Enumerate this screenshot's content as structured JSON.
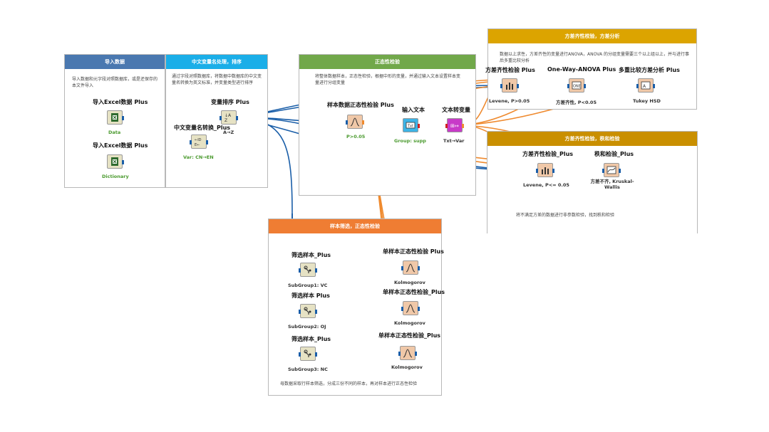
{
  "annotations": {
    "import": {
      "header": "导入数据",
      "desc": "导入数据和元字段对照数据库，或是还保存的本文件导入"
    },
    "rename": {
      "header": "中文变量名处理，排序",
      "desc": "通过字段对照数据库，将数据中数据库的中文变量名转换为英文标准，并变量类型进行排序"
    },
    "normality": {
      "header": "正态性检验",
      "desc": "将整体数据样本，正态性检验，根据中形的变量，并通过输入文本设置样本变量进行分组变量"
    },
    "variance": {
      "header": "方差齐性校验，方差分析",
      "desc": "数据以上求性，方差齐性的变量进行ANOVA，ANOVA 的分组变量需要三个以上组以上，并与进行事后多重比较分析"
    },
    "variance_uneq": {
      "header": "方差齐性检验，秩和检验",
      "desc": "将不满足方差的数据进行非参数检验，找到秩和检验"
    },
    "sample": {
      "header": "样本筛选，正态性检验",
      "desc": "母数据采取行样本筛选，分成三份不同的样本，再对样本进行正态性检验"
    }
  },
  "nodes": {
    "excel1": {
      "title": "导入Excel数据  Plus",
      "sub": "Data",
      "icon": "excel-reader-icon"
    },
    "excel2": {
      "title": "导入Excel数据  Plus",
      "sub": "Dictionary",
      "icon": "excel-reader-icon"
    },
    "rename": {
      "title": "中文变量名转换_Plus",
      "sub": "Var: CN→EN",
      "icon": "column-rename-icon"
    },
    "sort": {
      "title": "变量排序  Plus",
      "sub": "A→Z",
      "icon": "sorter-icon"
    },
    "norm_all": {
      "title": "样本数据正态性检验  Plus",
      "sub": "P>0.05",
      "icon": "normality-test-icon"
    },
    "text_in": {
      "title": "输入文本",
      "sub": "Group: supp",
      "icon": "string-input-icon"
    },
    "text_var": {
      "title": "文本转变量",
      "sub": "Txt→Var",
      "icon": "string-to-variable-icon"
    },
    "levene1": {
      "title": "方差齐性检验  Plus",
      "sub": "Levene, P>0.05",
      "icon": "levene-test-icon"
    },
    "anova": {
      "title": "One-Way-ANOVA  Plus",
      "sub": "方差齐性, P<0.05",
      "icon": "anova-icon"
    },
    "tukey": {
      "title": "多重比较方差分析  Plus",
      "sub": "Tukey HSD",
      "icon": "tukey-icon"
    },
    "levene2": {
      "title": "方差齐性检验_Plus",
      "sub": "Levene, P<= 0.05",
      "icon": "levene-test-icon"
    },
    "kruskal": {
      "title": "秩和检验_Plus",
      "sub": "方差不齐, Kruskal-Wallis",
      "icon": "kruskal-wallis-icon"
    },
    "filter1": {
      "title": "筛选样本_Plus",
      "sub": "SubGroup1: VC",
      "icon": "row-filter-icon"
    },
    "filter2": {
      "title": "筛选样本  Plus",
      "sub": "SubGroup2: OJ",
      "icon": "row-filter-icon"
    },
    "filter3": {
      "title": "筛选样本_Plus",
      "sub": "SubGroup3: NC",
      "icon": "row-filter-icon"
    },
    "ks1": {
      "title": "单样本正态性检验  Plus",
      "sub": "Kolmogorov",
      "icon": "normality-test-icon"
    },
    "ks2": {
      "title": "单样本正态性检验_Plus",
      "sub": "Kolmogorov",
      "icon": "normality-test-icon"
    },
    "ks3": {
      "title": "单样本正态性检验_Plus",
      "sub": "Kolmogorov",
      "icon": "normality-test-icon"
    }
  },
  "colors": {
    "import": "#4a78b0",
    "rename": "#1aaee8",
    "normality": "#71a84a",
    "variance": "#dca400",
    "variance_uneq": "#c98f00",
    "sample": "#ef7d33",
    "wire_blue": "#1a5ea8",
    "wire_orange": "#ef8a2e",
    "sub_green": "#4a9a2e",
    "sub_dark": "#333333"
  }
}
